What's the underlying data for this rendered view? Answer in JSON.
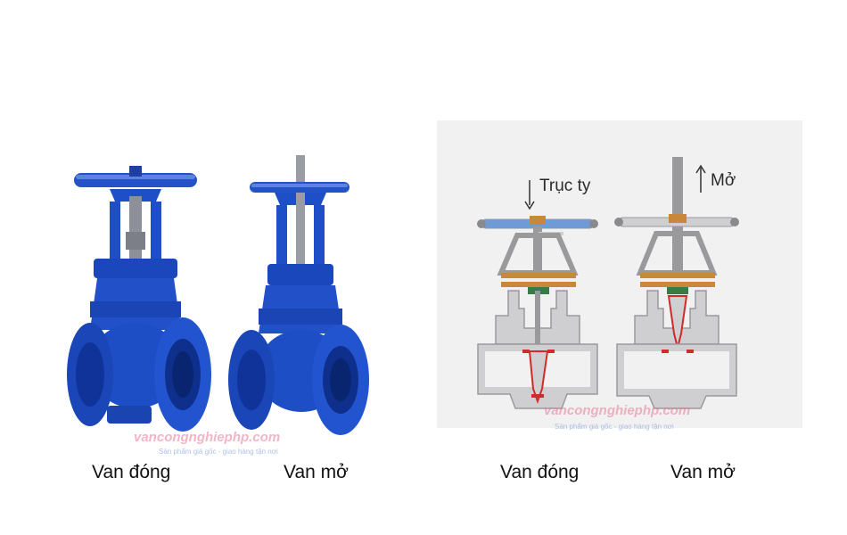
{
  "photos": {
    "left": {
      "caption": "Van đóng"
    },
    "right": {
      "caption": "Van mở"
    }
  },
  "diagrams": {
    "left": {
      "caption": "Van đóng",
      "label": "Trục ty",
      "arrow": "down"
    },
    "right": {
      "caption": "Van mở",
      "label": "Mở",
      "arrow": "up"
    }
  },
  "watermark": {
    "brand": "vancongnghiephp.com",
    "tagline": "Sản phẩm giá gốc - giao hàng tận nơi"
  },
  "colors": {
    "valve_blue": "#1f4fc8",
    "valve_dark": "#0e2f8c",
    "diagram_gray": "#cfcfd2",
    "diagram_outline": "#9a9a9d",
    "handwheel_blue": "#6f9ad8",
    "bronze": "#c8873a",
    "seal_green": "#3a7a4a",
    "wedge_red": "#d02a2a"
  }
}
